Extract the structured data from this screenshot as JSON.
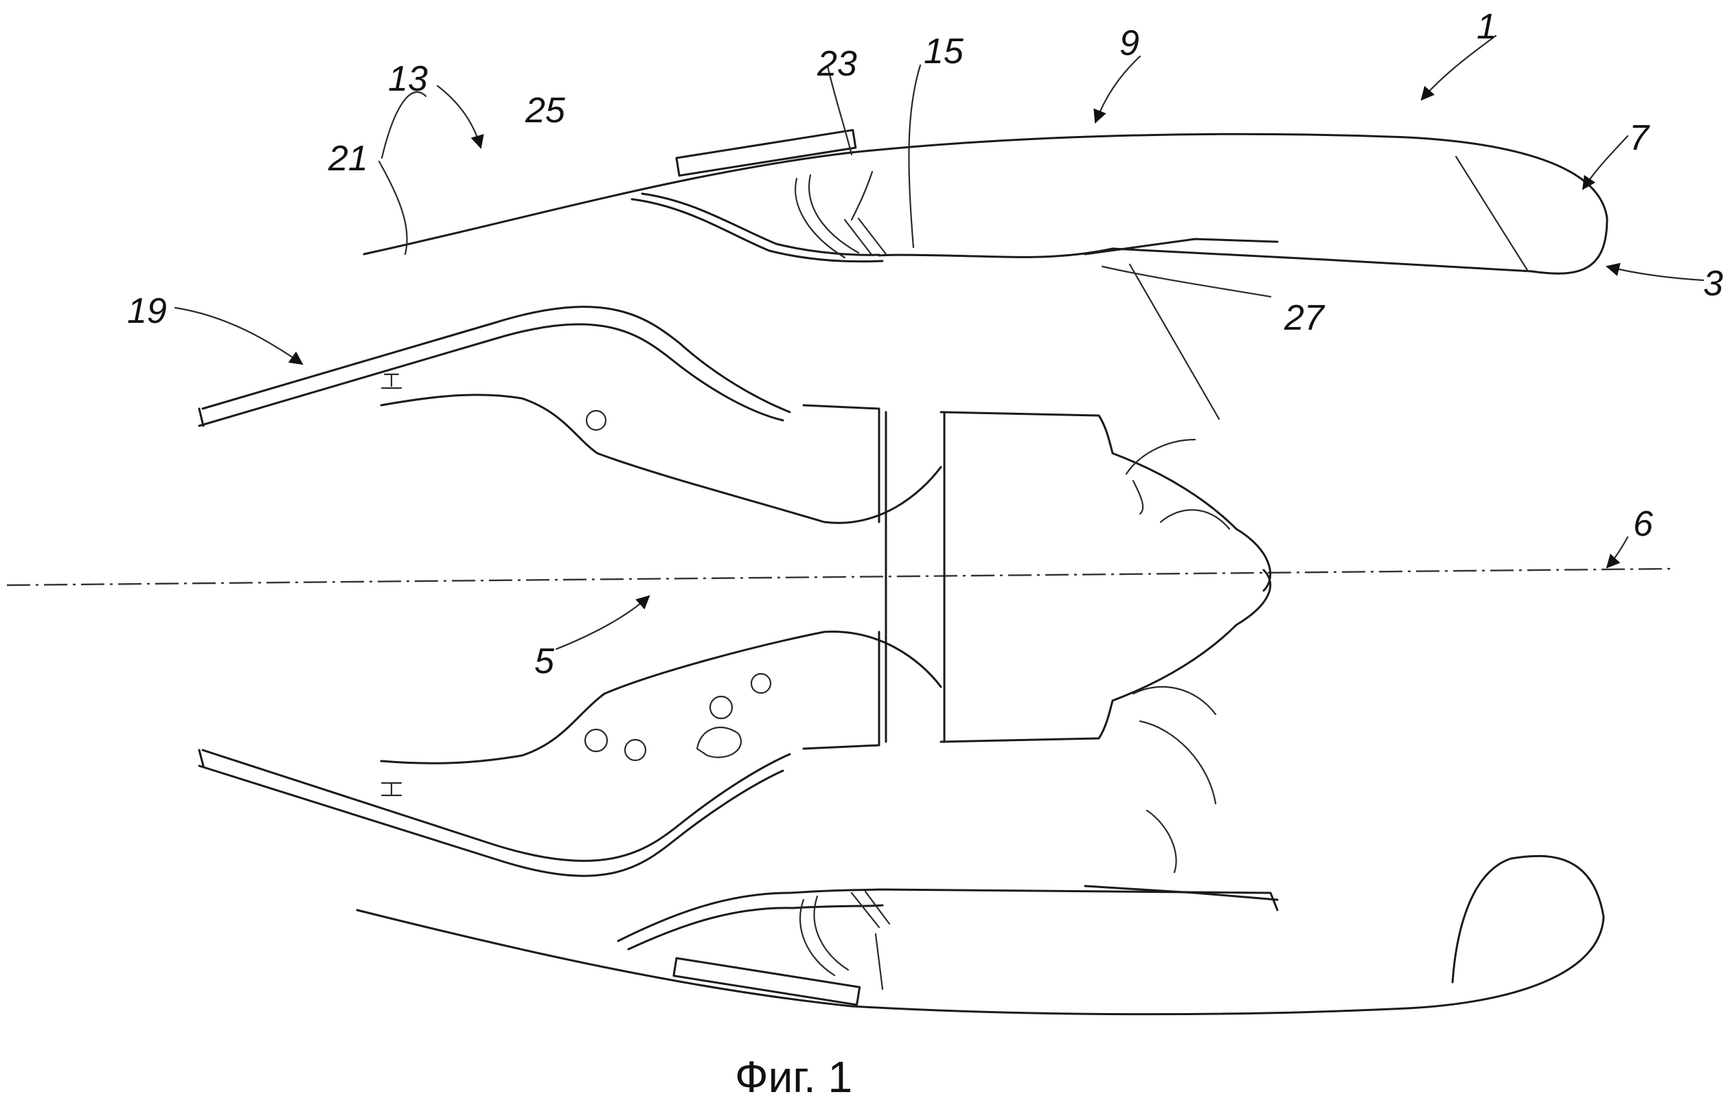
{
  "figure": {
    "caption": "Фиг. 1",
    "labels": {
      "l1": "1",
      "l3": "3",
      "l5": "5",
      "l6": "6",
      "l7": "7",
      "l9": "9",
      "l13": "13",
      "l15": "15",
      "l19": "19",
      "l21": "21",
      "l23": "23",
      "l25": "25",
      "l27": "27"
    }
  }
}
